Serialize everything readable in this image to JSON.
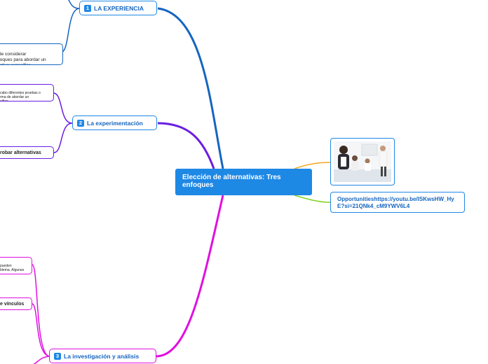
{
  "central": {
    "label": "Elección de alternativas: Tres enfoques"
  },
  "branches": [
    {
      "number": "1",
      "label": "LA EXPERIENCIA",
      "color": "#1565c0"
    },
    {
      "number": "2",
      "label": "La experimentación",
      "color": "#6a1de2"
    },
    {
      "number": "3",
      "label": "La investigación  y análisis",
      "color": "#e010e0"
    }
  ],
  "subtopics": {
    "experiencia_note": "de considerar\nfoques para abordar un\njetivo específico",
    "experimentacion_note": "cabo diferentes pruebas o\nrma de abordar un\ncífico.",
    "experimentacion_label": "robar alternativas",
    "investigacion_note": "pueden\nblema. Algunas",
    "investigacion_label": "e vínculos"
  },
  "right": {
    "image_icon": "meeting-photo",
    "link_text": "Opportunitieshttps://youtu.be/ISKwsHW_HyE?si=21QNk4_cM9YWV6L4"
  },
  "colors": {
    "accent": "#1e88e5",
    "orange": "#f5a623",
    "green": "#7ed321"
  }
}
